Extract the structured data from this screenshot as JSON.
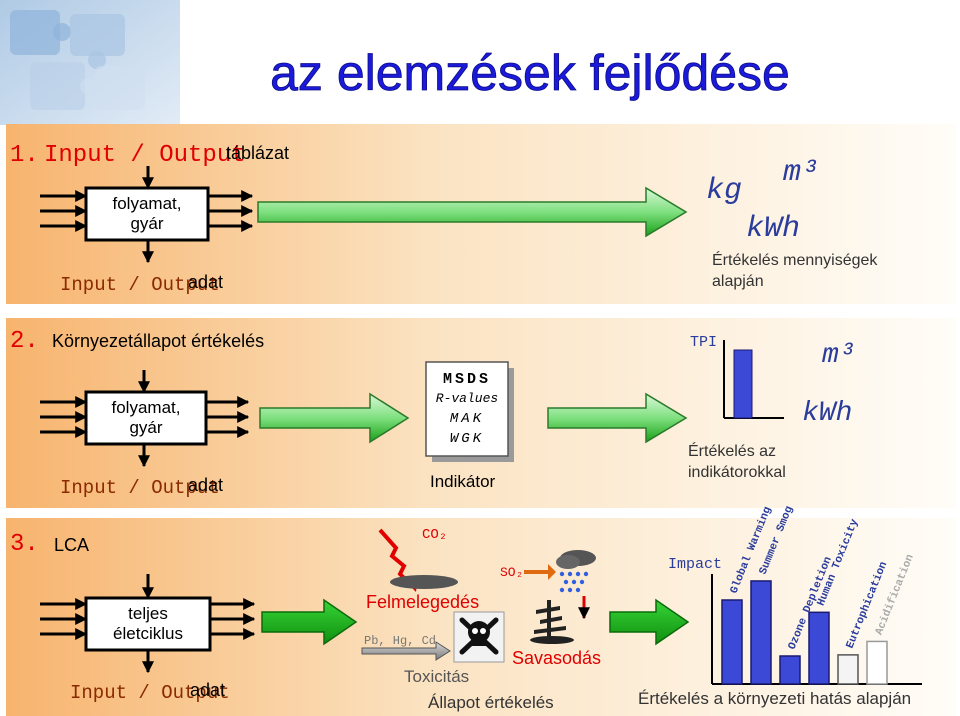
{
  "title": "az elemzések fejlődése",
  "sections": [
    {
      "number": "1.",
      "heading": "Input / Output",
      "heading_note": "táblázat",
      "process_lines": [
        "folyamat,",
        "gyár"
      ],
      "io_label": "Input / Output",
      "io_note": "adat",
      "units": [
        "m³",
        "kg",
        "kWh"
      ],
      "result_lines": [
        "Értékelés mennyiségek",
        "alapján"
      ]
    },
    {
      "number": "2.",
      "heading": "Környezetállapot értékelés",
      "process_lines": [
        "folyamat,",
        "gyár"
      ],
      "io_label": "Input / Output",
      "io_note": "adat",
      "doc_lines": [
        "MSDS",
        "R-values",
        "MAK",
        "WGK"
      ],
      "doc_caption": "Indikátor",
      "tpi_label": "TPI",
      "units": [
        "m³",
        "kWh"
      ],
      "result_lines": [
        "Értékelés az",
        "indikátorokkal"
      ]
    },
    {
      "number": "3.",
      "heading": "LCA",
      "process_lines": [
        "teljes",
        "életciklus"
      ],
      "io_label": "Input / Output",
      "io_note": "adat",
      "co2_label": "CO₂",
      "so2_label": "SO₂",
      "metals_label": "Pb, Hg, Cd",
      "effects": [
        "Felmelegedés",
        "Savasodás",
        "Toxicitás"
      ],
      "state_caption": "Állapot értékelés",
      "impact_axis": "Impact",
      "result_caption": "Értékelés a környezeti hatás alapján"
    }
  ],
  "chart_data": {
    "type": "bar",
    "categories": [
      "Global Warming",
      "Summer Smog",
      "Ozone Depletion",
      "Human Toxicity",
      "Eutrophication",
      "Acidification"
    ],
    "values": [
      0.75,
      0.92,
      0.25,
      0.64,
      0.26,
      0.38
    ],
    "ylabel": "Impact",
    "ylim": [
      0,
      1
    ],
    "grid": false
  },
  "colors": {
    "title": "#1a1ad8",
    "section_red": "#e00000",
    "bar_fill": "#3b49d6",
    "arrow_green": "#22bb22",
    "unit_text": "#2a3c9c"
  }
}
